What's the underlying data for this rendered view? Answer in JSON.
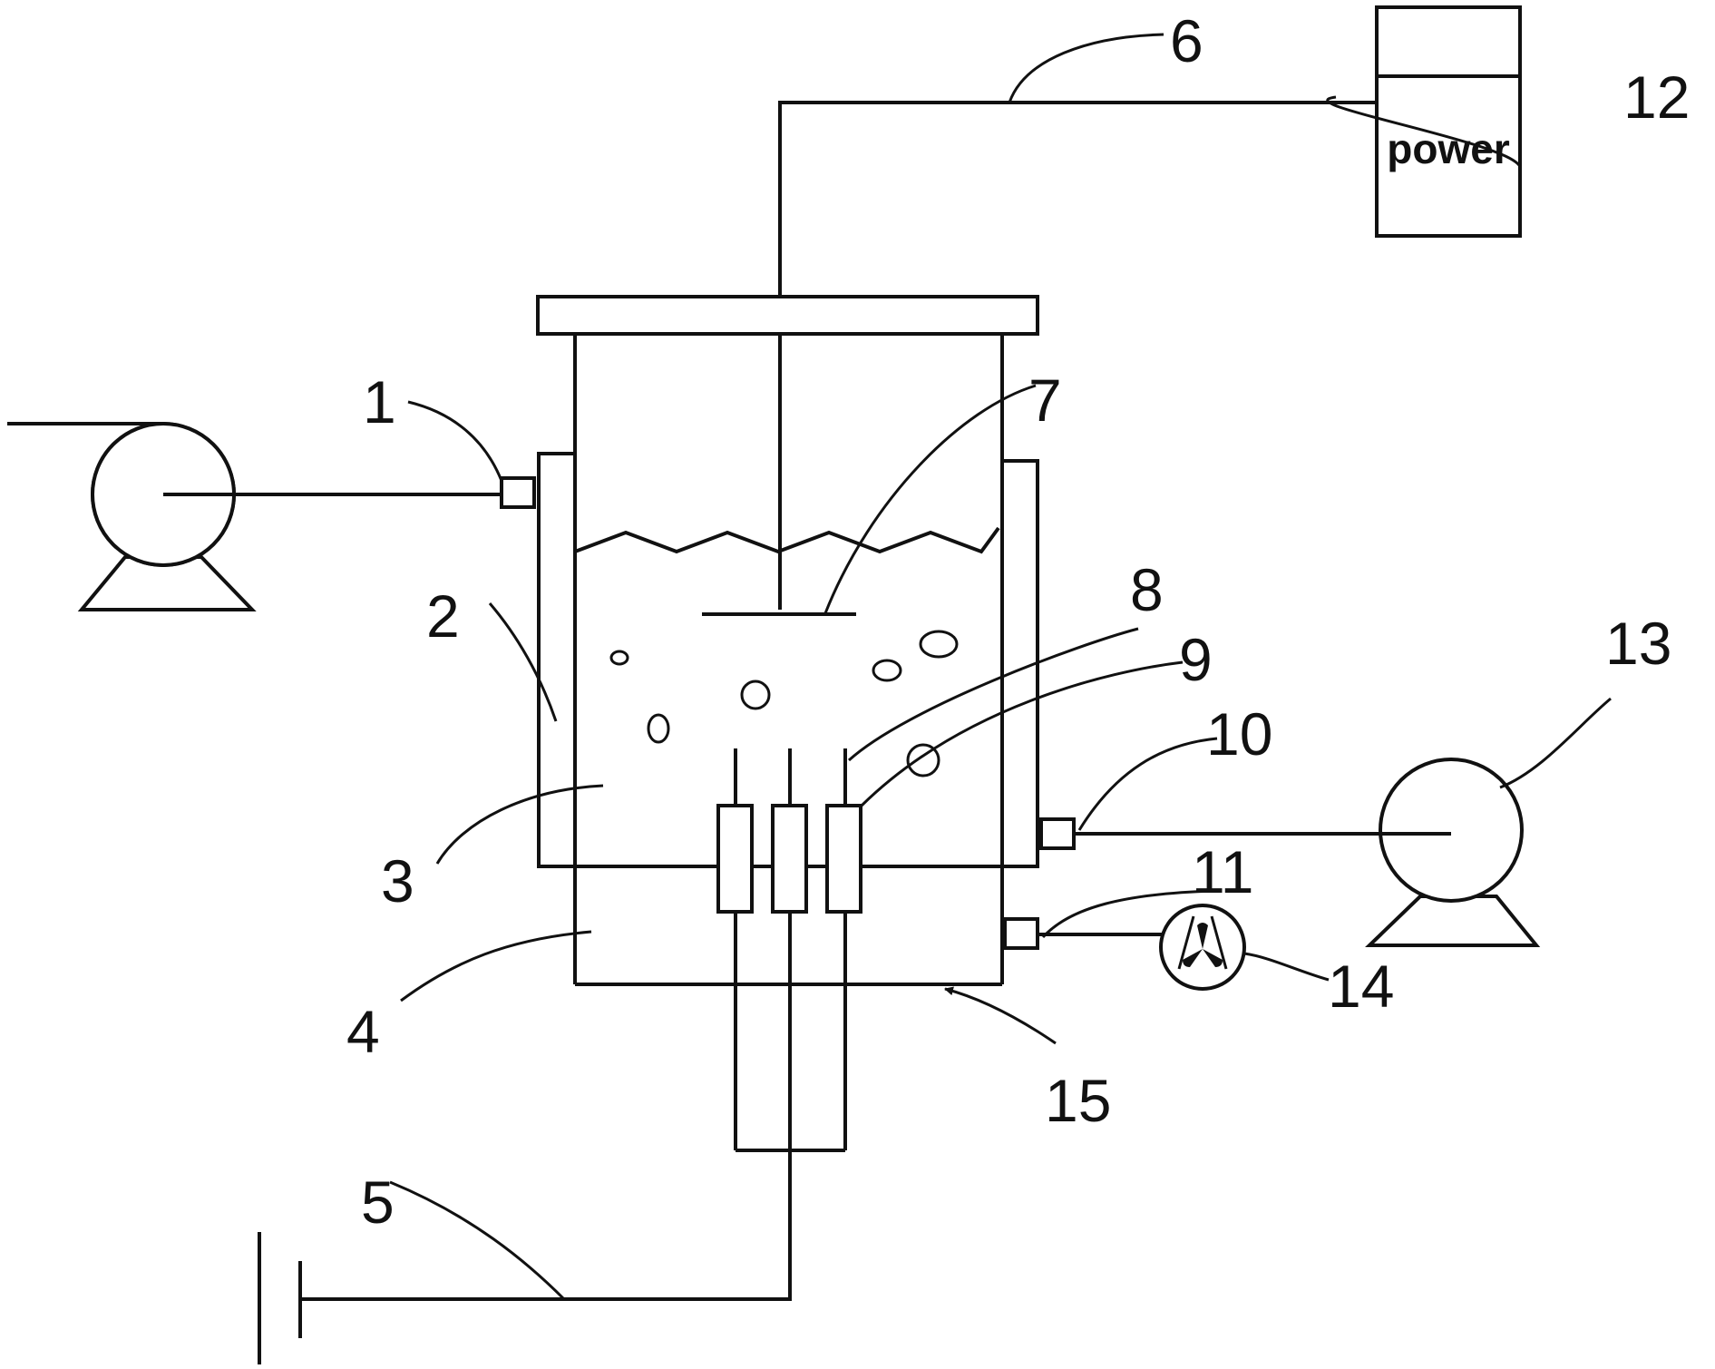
{
  "power_label": "power",
  "labels": {
    "l1": "1",
    "l2": "2",
    "l3": "3",
    "l4": "4",
    "l5": "5",
    "l6": "6",
    "l7": "7",
    "l8": "8",
    "l9": "9",
    "l10": "10",
    "l11": "11",
    "l12": "12",
    "l13": "13",
    "l14": "14",
    "l15": "15"
  }
}
